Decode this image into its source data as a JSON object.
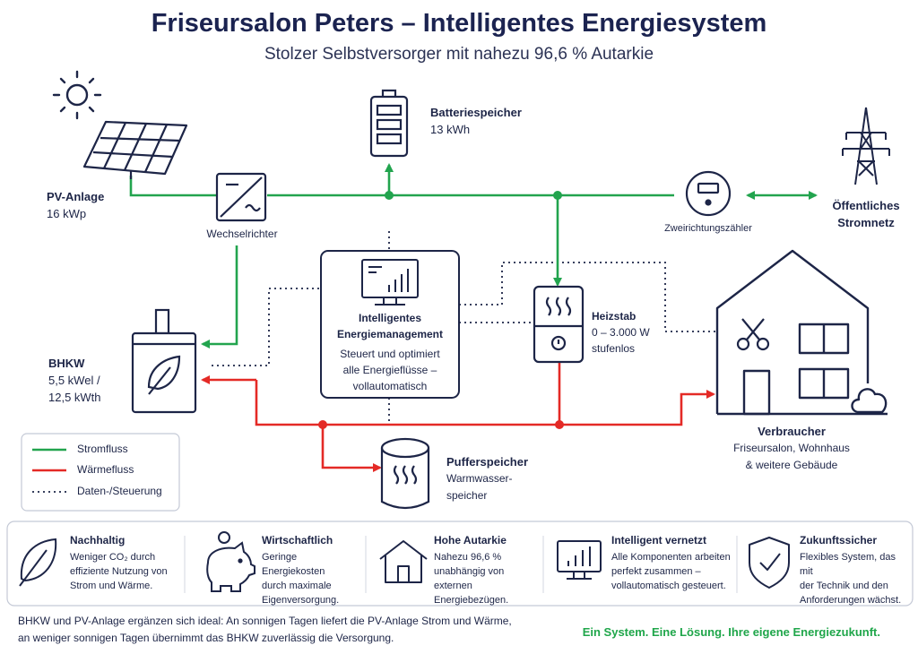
{
  "header": {
    "title": "Friseursalon Peters – Intelligentes Energiesystem",
    "subtitle": "Stolzer Selbstversorger mit nahezu 96,6 % Autarkie"
  },
  "colors": {
    "strom": "#22a44e",
    "waerme": "#e42a26",
    "navy": "#1d2547"
  },
  "nodes": {
    "pv": {
      "label": "PV-Anlage",
      "value": "16 kWp"
    },
    "wechselrichter": {
      "label": "Wechselrichter"
    },
    "batterie": {
      "label": "Batteriespeicher",
      "value": "13 kWh"
    },
    "zaehler": {
      "label": "Zweirichtungszähler"
    },
    "netz": {
      "label_line1": "Öffentliches",
      "label_line2": "Stromnetz"
    },
    "bhkw": {
      "label": "BHKW",
      "value1": "5,5 kWel /",
      "value2": "12,5 kWth"
    },
    "ems": {
      "title1": "Intelligentes",
      "title2": "Energiemanagement",
      "text1": "Steuert und optimiert",
      "text2": "alle Energieflüsse –",
      "text3": "vollautomatisch"
    },
    "heizstab": {
      "label": "Heizstab",
      "value1": "0 – 3.000 W",
      "value2": "stufenlos"
    },
    "verbraucher": {
      "label": "Verbraucher",
      "text1": "Friseursalon, Wohnhaus",
      "text2": "& weitere Gebäude"
    },
    "puffer": {
      "label": "Pufferspeicher",
      "text1": "Warmwasser-",
      "text2": "speicher"
    }
  },
  "legend": {
    "strom": "Stromfluss",
    "waerme": "Wärmefluss",
    "daten": "Daten-/Steuerung"
  },
  "benefits": [
    {
      "icon": "leaf-icon",
      "title": "Nachhaltig",
      "l1": "Weniger CO₂ durch",
      "l2": "effiziente Nutzung von",
      "l3": "Strom und Wärme."
    },
    {
      "icon": "piggy-bank-icon",
      "title": "Wirtschaftlich",
      "l1": "Geringe Energiekosten",
      "l2": "durch maximale",
      "l3": "Eigenversorgung."
    },
    {
      "icon": "house-icon",
      "title": "Hohe Autarkie",
      "l1": "Nahezu 96,6 %",
      "l2": "unabhängig von",
      "l3": "externen Energiebezügen."
    },
    {
      "icon": "monitor-chart-icon",
      "title": "Intelligent vernetzt",
      "l1": "Alle Komponenten arbeiten",
      "l2": "perfekt zusammen –",
      "l3": "vollautomatisch gesteuert."
    },
    {
      "icon": "shield-check-icon",
      "title": "Zukunftssicher",
      "l1": "Flexibles System, das mit",
      "l2": "der Technik und den",
      "l3": "Anforderungen wächst."
    }
  ],
  "footer": {
    "note1": "BHKW und PV-Anlage ergänzen sich ideal: An sonnigen Tagen liefert die PV-Anlage Strom und Wärme,",
    "note2": "an weniger sonnigen Tagen übernimmt das BHKW zuverlässig die Versorgung.",
    "slogan": "Ein System. Eine Lösung. Ihre eigene Energiezukunft."
  }
}
